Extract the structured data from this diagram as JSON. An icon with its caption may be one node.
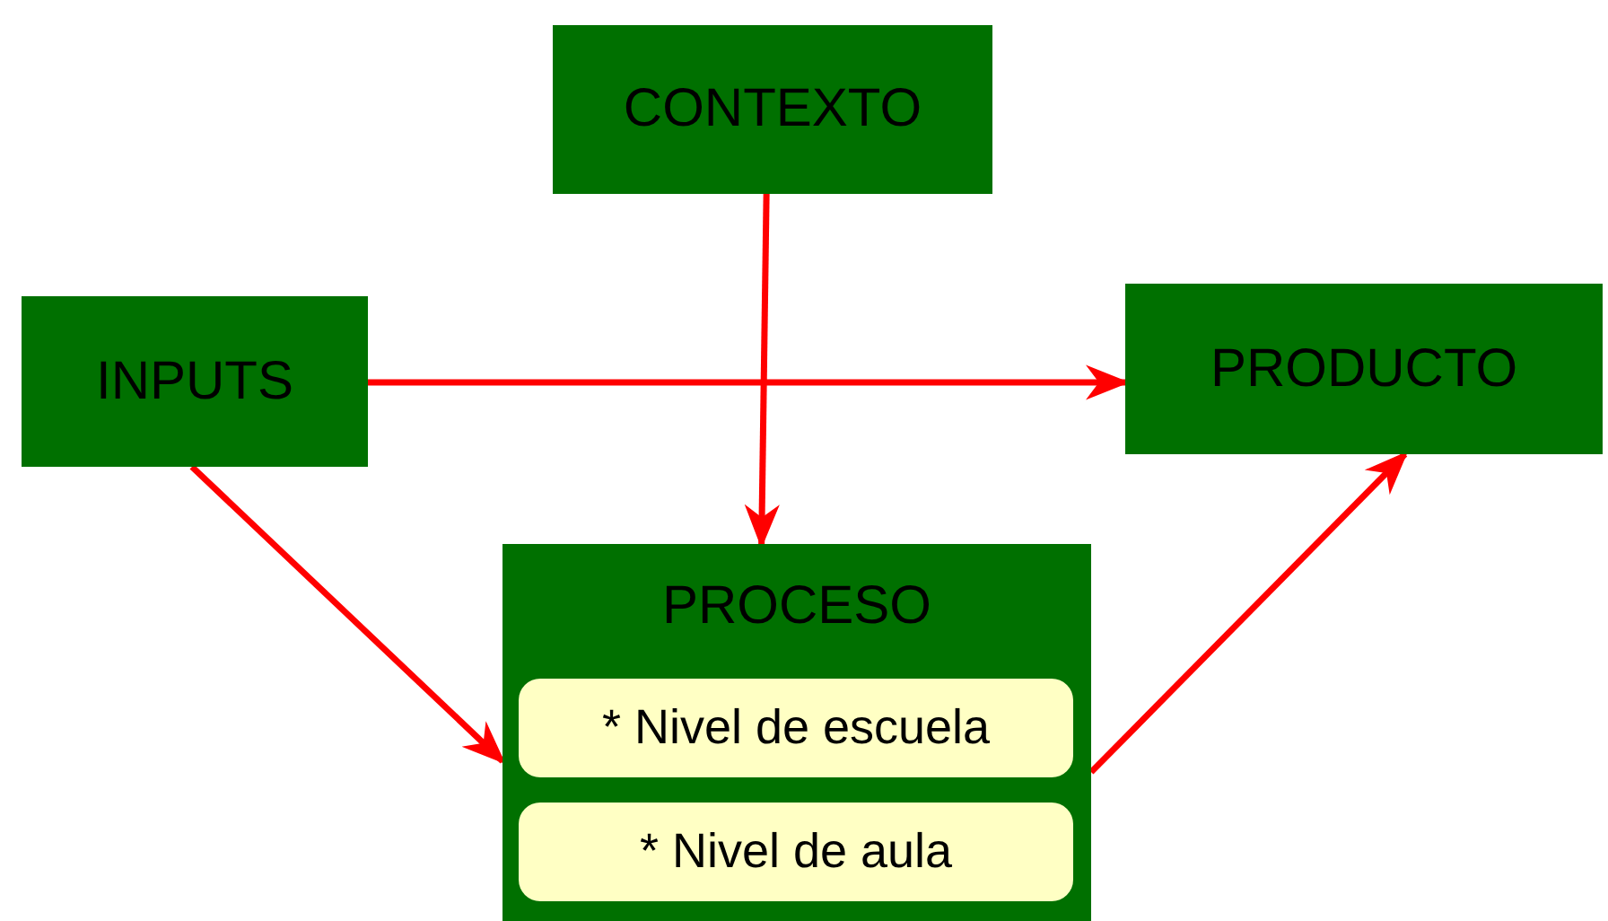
{
  "diagram": {
    "nodes": [
      {
        "text": [
          "CONTEXTO"
        ]
      },
      {
        "text": [
          "INPUTS"
        ]
      },
      {
        "text": [
          "PRODUCTO"
        ]
      },
      {
        "text": [
          "PROCESO"
        ]
      },
      {
        "text": [
          "* Nivel de escuela"
        ],
        "in": 3
      },
      {
        "text": [
          "* Nivel de aula"
        ],
        "in": 3
      }
    ],
    "edges": [
      {
        "from": 0,
        "to": 3,
        "arrow": "to"
      },
      {
        "from": 1,
        "to": 2,
        "arrow": "to"
      },
      {
        "from": 1,
        "to": 3,
        "arrow": "to"
      },
      {
        "from": 3,
        "to": 2,
        "arrow": "to"
      }
    ]
  }
}
